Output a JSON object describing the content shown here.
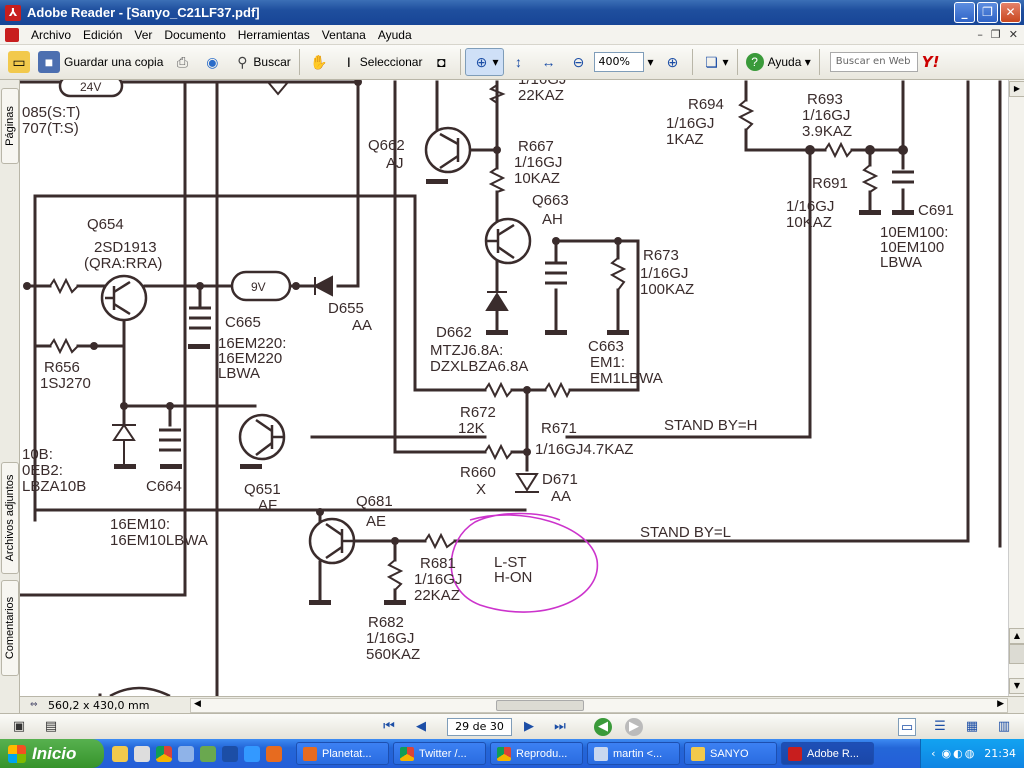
{
  "window": {
    "title": "Adobe Reader - [Sanyo_C21LF37.pdf]",
    "buttons": [
      "_",
      "❐",
      "✕"
    ]
  },
  "menu": [
    "Archivo",
    "Edición",
    "Ver",
    "Documento",
    "Herramientas",
    "Ventana",
    "Ayuda"
  ],
  "toolbar": {
    "save_copy": "Guardar una copia",
    "search": "Buscar",
    "select": "Seleccionar",
    "zoom": "400%",
    "help": "Ayuda",
    "web_search_placeholder": "Buscar en Web"
  },
  "side_tabs": {
    "pages": "Páginas",
    "attachments": "Archivos adjuntos",
    "comments": "Comentarios"
  },
  "status": {
    "dimensions": "560,2 x 430,0 mm"
  },
  "navigation": {
    "page_field": "29 de 30"
  },
  "taskbar": {
    "start": "Inicio",
    "tasks": [
      "Planetat...",
      "Twitter /...",
      "Reprodu...",
      "martin <...",
      "SANYO",
      "Adobe R..."
    ],
    "clock": "21:34"
  },
  "schematic": {
    "labels": {
      "v24": "24V",
      "s085": "085(S:T)",
      "t707": "707(T:S)",
      "q654": "Q654",
      "q654_part": "2SD1913",
      "q654_sub": "(QRA:RRA)",
      "v9": "9V",
      "c665": "C665",
      "c665_v1": "16EM220:",
      "c665_v2": "16EM220",
      "c665_v3": "LBWA",
      "d655": "D655",
      "d655_v": "AA",
      "r656": "R656",
      "r656_v": "1SJ270",
      "q662": "Q662",
      "q662_v": "AJ",
      "r667": "R667",
      "r667_v1": "1/16GJ",
      "r667_v2": "10KAZ",
      "top_r": "22KAZ",
      "top_r_frag": "1/16GJ",
      "q663": "Q663",
      "q663_v": "AH",
      "r673": "R673",
      "r673_v1": "1/16GJ",
      "r673_v2": "100KAZ",
      "d662": "D662",
      "d662_v1": "MTZJ6.8A:",
      "d662_v2": "DZXLBZA6.8A",
      "c663": "C663",
      "c663_v1": "EM1:",
      "c663_v2": "EM1LBWA",
      "r694": "R694",
      "r694_v1": "1/16GJ",
      "r694_v2": "1KAZ",
      "r693": "R693",
      "r693_v1": "1/16GJ",
      "r693_v2": "3.9KAZ",
      "r691": "R691",
      "r691_v1": "1/16GJ",
      "r691_v2": "10KAZ",
      "c691": "C691",
      "c691_v1": "10EM100:",
      "c691_v2": "10EM100",
      "c691_v3": "LBWA",
      "r672": "R672",
      "r672_v": "12K",
      "r671": "R671",
      "r671_v": "1/16GJ4.7KAZ",
      "standby_h": "STAND BY=H",
      "r660": "R660",
      "r660_v": "X",
      "d671": "D671",
      "d671_v": "AA",
      "c664_left1": "10B:",
      "c664_left2": "0EB2:",
      "c664_left3": "LBZA10B",
      "c664": "C664",
      "q651": "Q651",
      "q651_v": "AF",
      "q681": "Q681",
      "q681_v": "AE",
      "c_16em10": "16EM10:",
      "c_16em10_v": "16EM10LBWA",
      "standby_l": "STAND BY=L",
      "r681": "R681",
      "r681_v1": "1/16GJ",
      "r681_v2": "22KAZ",
      "lst": "L-ST",
      "hon": "H-ON",
      "r682": "R682",
      "r682_v1": "1/16GJ",
      "r682_v2": "560KAZ"
    }
  },
  "colors": {
    "wire": "#3a2c2c",
    "annotation": "#cc33cc",
    "title_bar": "#1f4f9e"
  }
}
